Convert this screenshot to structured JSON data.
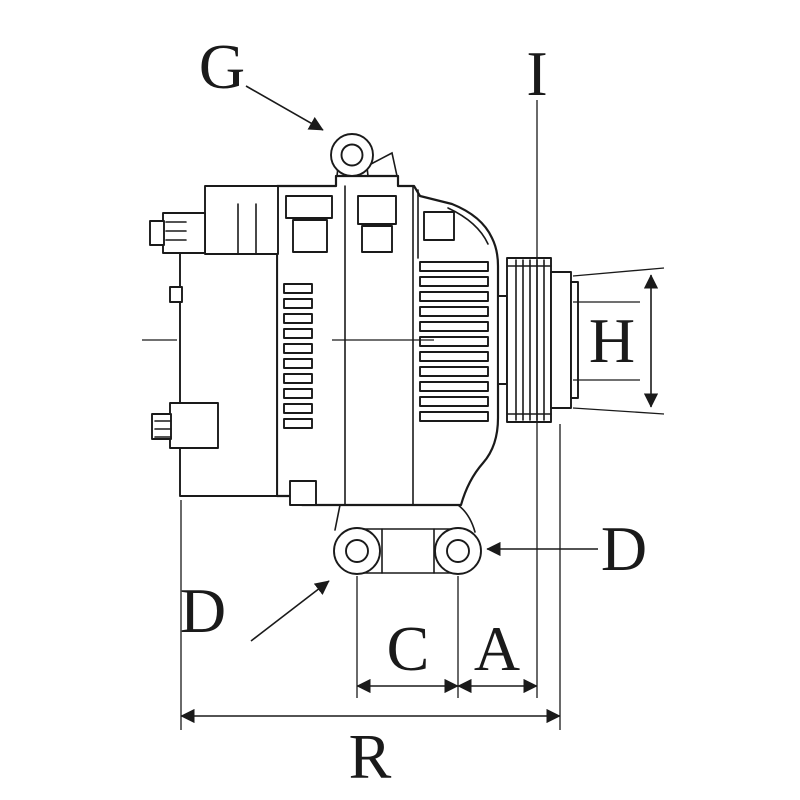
{
  "drawing": {
    "background": "#ffffff",
    "stroke_color": "#1a1a1a",
    "labels": {
      "g": "G",
      "i": "I",
      "h": "H",
      "d_right": "D",
      "d_left": "D",
      "c": "C",
      "a": "A",
      "r": "R"
    }
  }
}
